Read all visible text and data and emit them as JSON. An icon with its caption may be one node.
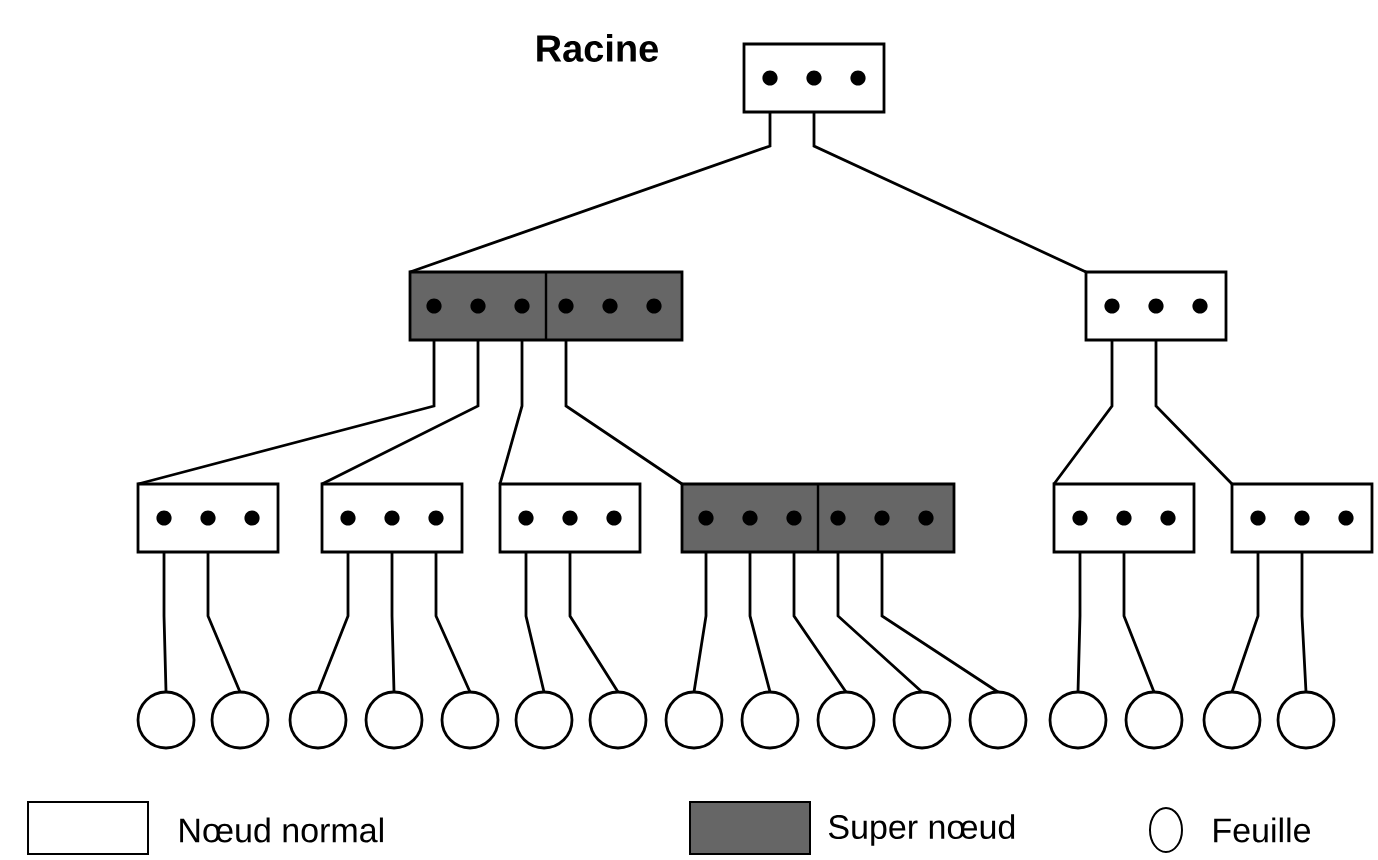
{
  "diagram": {
    "nodes": [
      {
        "text": [],
        "shape": "box",
        "beside": [
          "Racine"
        ]
      },
      {
        "text": [],
        "shape": "box"
      },
      {
        "text": [],
        "shape": "box"
      },
      {
        "text": [],
        "shape": "box"
      },
      {
        "text": [],
        "shape": "box"
      },
      {
        "text": [],
        "shape": "box"
      },
      {
        "text": [],
        "shape": "box"
      },
      {
        "text": [],
        "shape": "box"
      },
      {
        "text": [],
        "shape": "box"
      },
      {
        "text": [],
        "shape": "circle"
      },
      {
        "text": [],
        "shape": "circle"
      },
      {
        "text": [],
        "shape": "circle"
      },
      {
        "text": [],
        "shape": "circle"
      },
      {
        "text": [],
        "shape": "circle"
      },
      {
        "text": [],
        "shape": "circle"
      },
      {
        "text": [],
        "shape": "circle"
      },
      {
        "text": [],
        "shape": "circle"
      },
      {
        "text": [],
        "shape": "circle"
      },
      {
        "text": [],
        "shape": "circle"
      },
      {
        "text": [],
        "shape": "circle"
      },
      {
        "text": [],
        "shape": "circle"
      },
      {
        "text": [],
        "shape": "circle"
      },
      {
        "text": [],
        "shape": "circle"
      },
      {
        "text": [],
        "shape": "circle"
      },
      {
        "text": [],
        "shape": "circle"
      }
    ],
    "edges": [
      {
        "from": 0,
        "to": 1,
        "arrow": "none"
      },
      {
        "from": 0,
        "to": 2,
        "arrow": "none"
      },
      {
        "from": 1,
        "to": 3,
        "arrow": "none"
      },
      {
        "from": 1,
        "to": 4,
        "arrow": "none"
      },
      {
        "from": 1,
        "to": 5,
        "arrow": "none"
      },
      {
        "from": 1,
        "to": 6,
        "arrow": "none"
      },
      {
        "from": 2,
        "to": 7,
        "arrow": "none"
      },
      {
        "from": 2,
        "to": 8,
        "arrow": "none"
      },
      {
        "from": 3,
        "to": 9,
        "arrow": "none"
      },
      {
        "from": 3,
        "to": 10,
        "arrow": "none"
      },
      {
        "from": 4,
        "to": 11,
        "arrow": "none"
      },
      {
        "from": 4,
        "to": 12,
        "arrow": "none"
      },
      {
        "from": 4,
        "to": 13,
        "arrow": "none"
      },
      {
        "from": 5,
        "to": 14,
        "arrow": "none"
      },
      {
        "from": 5,
        "to": 15,
        "arrow": "none"
      },
      {
        "from": 6,
        "to": 16,
        "arrow": "none"
      },
      {
        "from": 6,
        "to": 17,
        "arrow": "none"
      },
      {
        "from": 6,
        "to": 18,
        "arrow": "none"
      },
      {
        "from": 6,
        "to": 19,
        "arrow": "none"
      },
      {
        "from": 6,
        "to": 20,
        "arrow": "none"
      },
      {
        "from": 7,
        "to": 21,
        "arrow": "none"
      },
      {
        "from": 7,
        "to": 22,
        "arrow": "none"
      },
      {
        "from": 8,
        "to": 23,
        "arrow": "none"
      },
      {
        "from": 8,
        "to": 24,
        "arrow": "none"
      }
    ],
    "legend": [
      {
        "text": "Nœud normal"
      },
      {
        "text": "Super nœud",
        "color": "#666666"
      },
      {
        "text": "Feuille"
      }
    ]
  }
}
